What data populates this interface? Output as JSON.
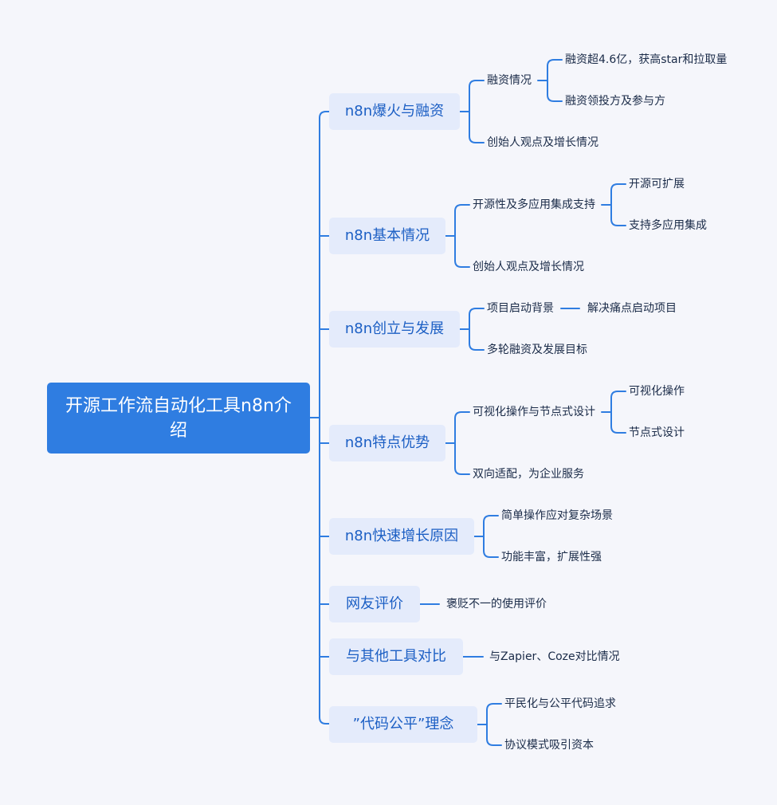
{
  "root": {
    "title": "开源工作流自动化工具n8n介绍"
  },
  "branches": [
    {
      "label": "n8n爆火与融资",
      "children": [
        {
          "label": "融资情况",
          "children": [
            "融资超4.6亿，获高star和拉取量",
            "融资领投方及参与方"
          ]
        },
        {
          "label": "创始人观点及增长情况"
        }
      ]
    },
    {
      "label": "n8n基本情况",
      "children": [
        {
          "label": "开源性及多应用集成支持",
          "children": [
            "开源可扩展",
            "支持多应用集成"
          ]
        },
        {
          "label": "创始人观点及增长情况"
        }
      ]
    },
    {
      "label": "n8n创立与发展",
      "children": [
        {
          "label": "项目启动背景",
          "children": [
            "解决痛点启动项目"
          ]
        },
        {
          "label": "多轮融资及发展目标"
        }
      ]
    },
    {
      "label": "n8n特点优势",
      "children": [
        {
          "label": "可视化操作与节点式设计",
          "children": [
            "可视化操作",
            "节点式设计"
          ]
        },
        {
          "label": "双向适配，为企业服务"
        }
      ]
    },
    {
      "label": "n8n快速增长原因",
      "children": [
        {
          "label": "简单操作应对复杂场景"
        },
        {
          "label": "功能丰富，扩展性强"
        }
      ]
    },
    {
      "label": "网友评价",
      "children": [
        {
          "label": "褒贬不一的使用评价"
        }
      ]
    },
    {
      "label": "与其他工具对比",
      "children": [
        {
          "label": "与Zapier、Coze对比情况"
        }
      ]
    },
    {
      "label": "”代码公平”理念",
      "children": [
        {
          "label": "平民化与公平代码追求"
        },
        {
          "label": "协议模式吸引资本"
        }
      ]
    }
  ]
}
